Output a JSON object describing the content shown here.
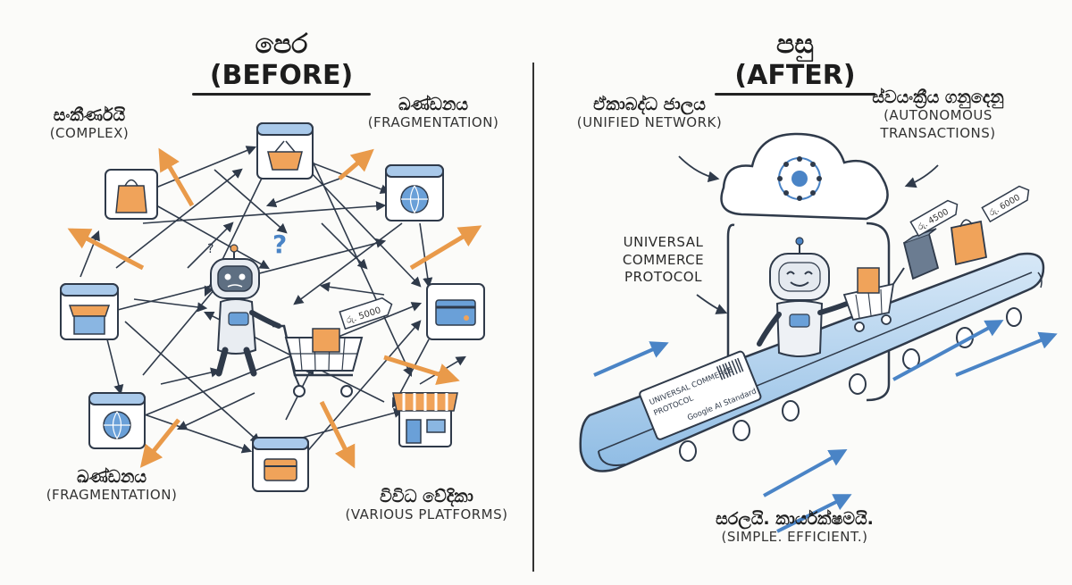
{
  "before": {
    "title": "පෙර (BEFORE)",
    "labels": {
      "complex_si": "සංකීර්ණයි",
      "complex_en": "(COMPLEX)",
      "frag_top_si": "ඛණ්ඩනය",
      "frag_top_en": "(FRAGMENTATION)",
      "frag_bottom_si": "ඛණ්ඩනය",
      "frag_bottom_en": "(FRAGMENTATION)",
      "platforms_si": "විවිධ වේදිකා",
      "platforms_en": "(VARIOUS PLATFORMS)"
    },
    "price_tag": "රු. 5000"
  },
  "after": {
    "title": "පසු (AFTER)",
    "labels": {
      "network_si": "ඒකාබද්ධ ජාලය",
      "network_en": "(UNIFIED NETWORK)",
      "auto_si": "ස්වයංක්‍රීය ගනුදෙනු",
      "auto_en_1": "(AUTONOMOUS",
      "auto_en_2": "TRANSACTIONS)",
      "protocol_1": "UNIVERSAL",
      "protocol_2": "COMMERCE",
      "protocol_3": "PROTOCOL",
      "simple_si": "සරලයි. කාර්යක්ෂමයි.",
      "simple_en": "(SIMPLE. EFFICIENT.)"
    },
    "ticket": {
      "line1": "UNIVERSAL COMMERCE",
      "line2": "PROTOCOL",
      "line3": "Google AI Standard"
    },
    "price_tag_1": "රු. 4500",
    "price_tag_2": "රු. 6000"
  },
  "colors": {
    "accent_orange": "#e99a4a",
    "accent_blue": "#4a84c6",
    "belt_blue": "#bcd8f0",
    "line_dark": "#2f3a4a"
  }
}
